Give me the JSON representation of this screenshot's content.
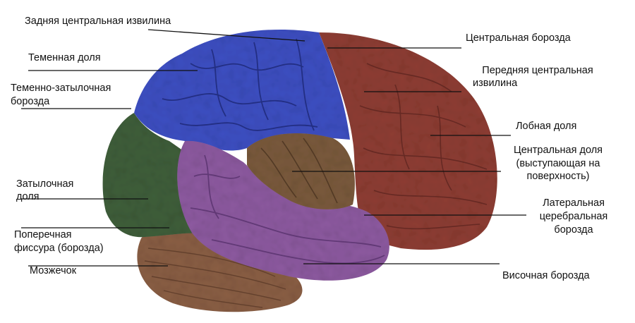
{
  "labels": {
    "posterior_central_gyrus": "Задняя центральная извилина",
    "parietal_lobe": "Теменная доля",
    "parieto_occipital_sulcus_1": "Теменно-затылочная",
    "parieto_occipital_sulcus_2": "борозда",
    "occipital_lobe_1": "Затылочная",
    "occipital_lobe_2": "доля",
    "transverse_fissure_1": "Поперечная",
    "transverse_fissure_2": "фиссура (борозда)",
    "cerebellum": "Мозжечок",
    "central_sulcus": "Центральная борозда",
    "anterior_central_gyrus_1": "Передняя центральная",
    "anterior_central_gyrus_2": "извилина",
    "frontal_lobe": "Лобная доля",
    "central_lobe_1": "Центральная доля",
    "central_lobe_2": "(выступающая на",
    "central_lobe_3": "поверхность)",
    "lateral_sulcus_1": "Латеральная",
    "lateral_sulcus_2": "церебральная",
    "lateral_sulcus_3": "борозда",
    "temporal_sulcus": "Височная борозда"
  },
  "colors": {
    "parietal": "#3d4fc2",
    "occipital": "#3f5e3a",
    "frontal": "#8e3d33",
    "temporal": "#8d5aa0",
    "insula": "#7a5a3c",
    "cerebellum": "#8a5e44",
    "line": "#111111"
  }
}
